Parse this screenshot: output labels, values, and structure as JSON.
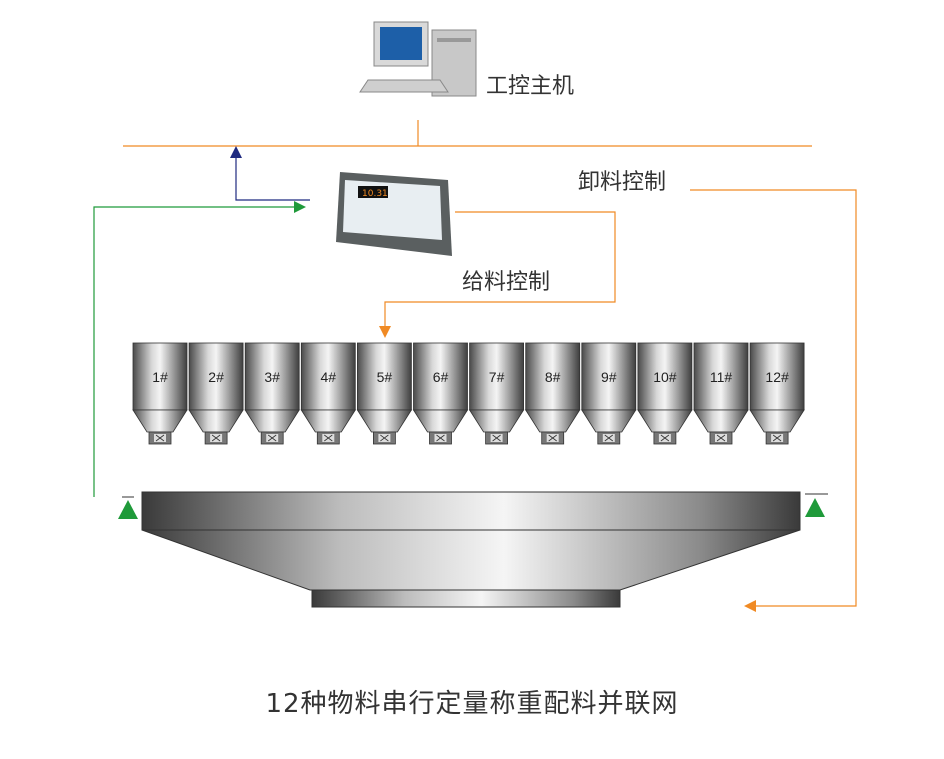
{
  "labels": {
    "computer": "工控主机",
    "discharge_control": "卸料控制",
    "feed_control": "给料控制"
  },
  "controller_display": "10.31",
  "hoppers": [
    "1#",
    "2#",
    "3#",
    "4#",
    "5#",
    "6#",
    "7#",
    "8#",
    "9#",
    "10#",
    "11#",
    "12#"
  ],
  "title": "12种物料串行定量称重配料并联网",
  "colors": {
    "orange": "#f08a24",
    "blue": "#1f2a80",
    "green": "#1f9a3a"
  }
}
